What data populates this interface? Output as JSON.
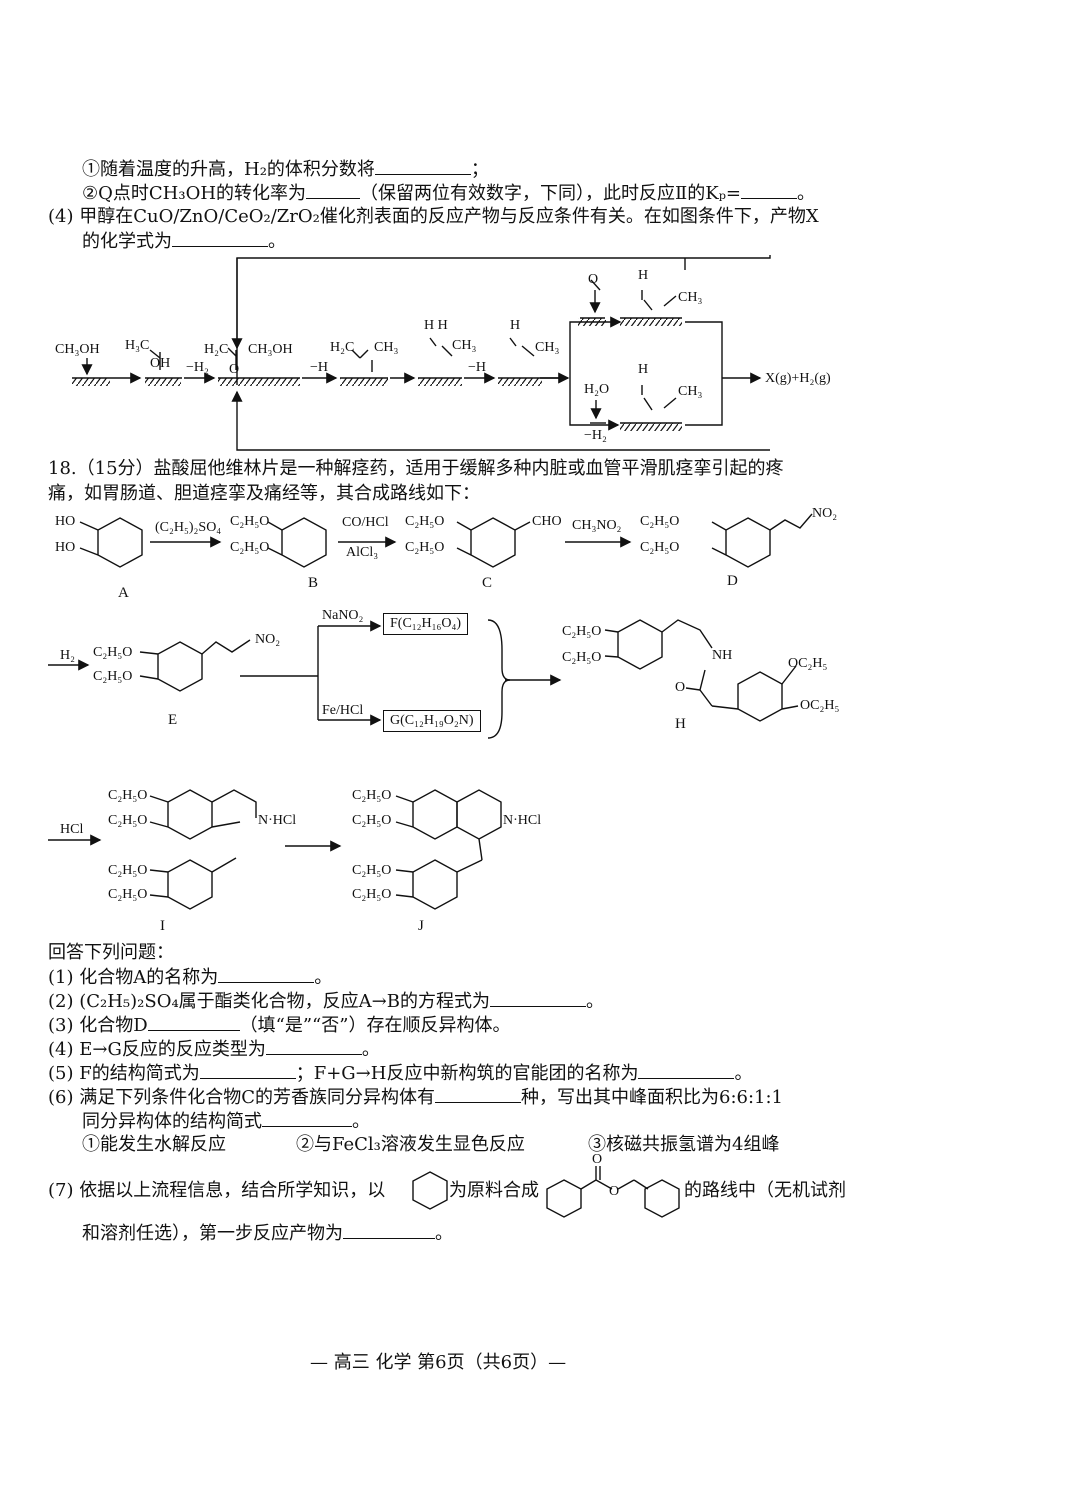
{
  "q17": {
    "line1": "①随着温度的升高，H₂的体积分数将",
    "line1_end": "；",
    "line2a": "②Q点时CH₃OH的转化率为",
    "line2b": "（保留两位有效数字，下同），此时反应Ⅱ的Kₚ=",
    "line2_end": "。",
    "q4_line1": "(4) 甲醇在CuO/ZnO/CeO₂/ZrO₂催化剂表面的反应产物与反应条件有关。在如图条件下，产物X",
    "q4_line2": "的化学式为",
    "q4_line2_end": "。"
  },
  "mech": {
    "ch3oh": "CH₃OH",
    "h3c": "H₃C",
    "oh": "OH",
    "minus_h2": "−H₂",
    "minus_h": "−H",
    "h2c": "H₂C",
    "ch3oh2": "CH₃OH",
    "ch3": "CH₃",
    "hh": "H H",
    "h": "H",
    "o": "O",
    "c": "C",
    "h2o": "H₂O",
    "product": "X(g)+H₂(g)"
  },
  "q18": {
    "intro1": "18.（15分）盐酸屈他维林片是一种解痉药，适用于缓解多种内脏或血管平滑肌痉挛引起的疼",
    "intro2": "痛，如胃肠道、胆道痉挛及痛经等，其合成路线如下：",
    "reagent1": "(C₂H₅)₂SO₄",
    "reagent2a": "CO/HCl",
    "reagent2b": "AlCl₃",
    "reagent3": "CH₃NO₂",
    "reagent4": "H₂",
    "reagent5": "NaNO₂",
    "reagent6": "Fe/HCl",
    "reagent7": "HCl",
    "box_f": "F(C₁₂H₁₆O₄)",
    "box_g": "G(C₁₂H₁₉O₂N)",
    "ho": "HO",
    "c2h5o": "C₂H₅O",
    "cho": "CHO",
    "no2": "NO₂",
    "nh": "NH",
    "oc2h5": "OC₂H₅",
    "nhcl": "N·HCl",
    "label_a": "A",
    "label_b": "B",
    "label_c": "C",
    "label_d": "D",
    "label_e": "E",
    "label_h": "H",
    "label_i": "I",
    "label_j": "J"
  },
  "questions": {
    "header": "回答下列问题：",
    "q1": "(1) 化合物A的名称为",
    "q1_end": "。",
    "q2": "(2) (C₂H₅)₂SO₄属于酯类化合物，反应A→B的方程式为",
    "q2_end": "。",
    "q3a": "(3) 化合物D",
    "q3b": "（填“是”“否”）存在顺反异构体。",
    "q4": "(4) E→G反应的反应类型为",
    "q4_end": "。",
    "q5a": "(5) F的结构简式为",
    "q5b": "；F+G→H反应中新构筑的官能团的名称为",
    "q5_end": "。",
    "q6a": "(6) 满足下列条件化合物C的芳香族同分异构体有",
    "q6b": "种，写出其中峰面积比为6:6:1:1",
    "q6c": "同分异构体的结构简式",
    "q6c_end": "。",
    "cond1": "①能发生水解反应",
    "cond2": "②与FeCl₃溶液发生显色反应",
    "cond3": "③核磁共振氢谱为4组峰",
    "q7a": "(7) 依据以上流程信息，结合所学知识，以",
    "q7b": "为原料合成",
    "q7c": "的路线中（无机试剂",
    "q7d": "和溶剂任选），第一步反应产物为",
    "q7_end": "。"
  },
  "footer": "— 高三 化学 第6页（共6页）—"
}
